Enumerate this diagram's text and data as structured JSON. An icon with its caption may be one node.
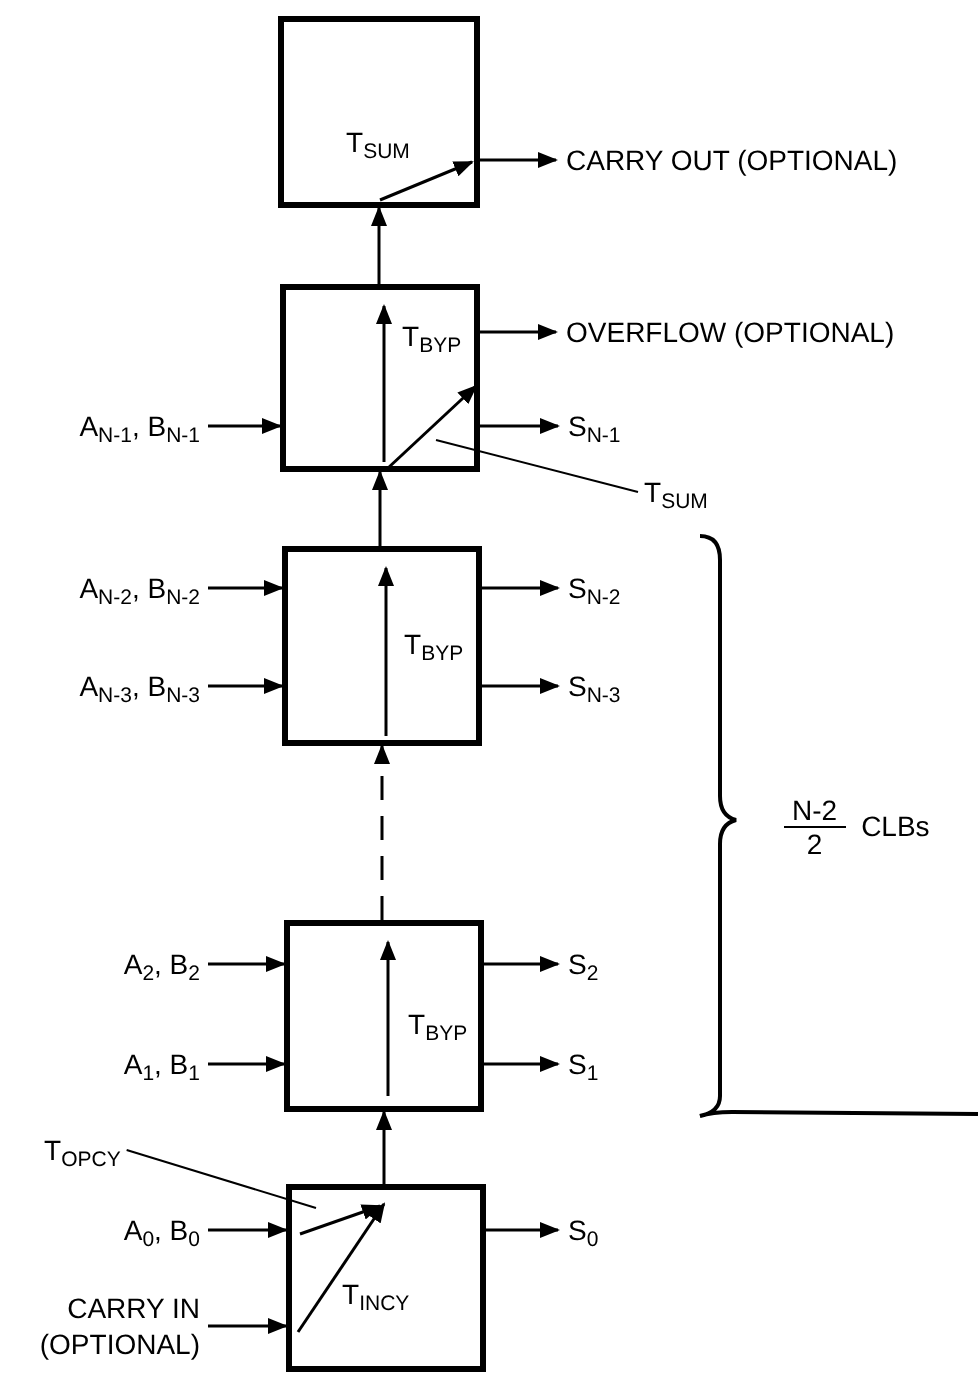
{
  "diagram": {
    "nodes": [
      {
        "text": [
          "T$_{SUM}$"
        ]
      },
      {
        "text": [
          "T$_{BYP}$"
        ]
      },
      {
        "text": [
          "T$_{BYP}$"
        ]
      },
      {
        "text": [
          "T$_{BYP}$"
        ]
      },
      {
        "text": [
          "T$_{INCY}$"
        ]
      },
      {
        "text": [
          "CARRY OUT (OPTIONAL)"
        ]
      },
      {
        "text": [
          "OVERFLOW (OPTIONAL)"
        ]
      },
      {
        "text": [
          "A$_{N-1}$, B$_{N-1}$"
        ]
      },
      {
        "text": [
          "S$_{N-1}$"
        ]
      },
      {
        "text": [
          "T$_{SUM}$"
        ]
      },
      {
        "text": [
          "A$_{N-2}$, B$_{N-2}$"
        ]
      },
      {
        "text": [
          "S$_{N-2}$"
        ]
      },
      {
        "text": [
          "A$_{N-3}$, B$_{N-3}$"
        ]
      },
      {
        "text": [
          "S$_{N-3}$"
        ]
      },
      {
        "text": [
          "A$_{2}$, B$_{2}$"
        ]
      },
      {
        "text": [
          "S$_{2}$"
        ]
      },
      {
        "text": [
          "A$_{1}$, B$_{1}$"
        ]
      },
      {
        "text": [
          "S$_{1}$"
        ]
      },
      {
        "text": [
          "T$_{OPCY}$"
        ]
      },
      {
        "text": [
          "A$_{0}$, B$_{0}$"
        ]
      },
      {
        "text": [
          "S$_{0}$"
        ]
      },
      {
        "text": [
          "CARRY IN (OPTIONAL)"
        ]
      }
    ],
    "edges": [
      {
        "from": 1,
        "to": 0,
        "arrow": "to"
      },
      {
        "from": 2,
        "to": 1,
        "arrow": "to"
      },
      {
        "from": 3,
        "to": 2,
        "arrow": "to",
        "style": "dashed"
      },
      {
        "from": 4,
        "to": 3,
        "arrow": "to"
      },
      {
        "from": 0,
        "to": 5,
        "arrow": "to"
      },
      {
        "from": 1,
        "to": 6,
        "arrow": "to"
      },
      {
        "from": 7,
        "to": 1,
        "arrow": "to"
      },
      {
        "from": 1,
        "to": 8,
        "arrow": "to"
      },
      {
        "from": 9,
        "to": 1,
        "arrow": "none"
      },
      {
        "from": 10,
        "to": 2,
        "arrow": "to"
      },
      {
        "from": 2,
        "to": 11,
        "arrow": "to"
      },
      {
        "from": 12,
        "to": 2,
        "arrow": "to"
      },
      {
        "from": 2,
        "to": 13,
        "arrow": "to"
      },
      {
        "from": 14,
        "to": 3,
        "arrow": "to"
      },
      {
        "from": 3,
        "to": 15,
        "arrow": "to"
      },
      {
        "from": 16,
        "to": 3,
        "arrow": "to"
      },
      {
        "from": 3,
        "to": 17,
        "arrow": "to"
      },
      {
        "from": 18,
        "to": 4,
        "arrow": "none"
      },
      {
        "from": 19,
        "to": 4,
        "arrow": "to"
      },
      {
        "from": 4,
        "to": 20,
        "arrow": "to"
      },
      {
        "from": 21,
        "to": 4,
        "arrow": "to"
      }
    ],
    "labels": [
      "N-2",
      "2",
      "CLBs"
    ]
  }
}
